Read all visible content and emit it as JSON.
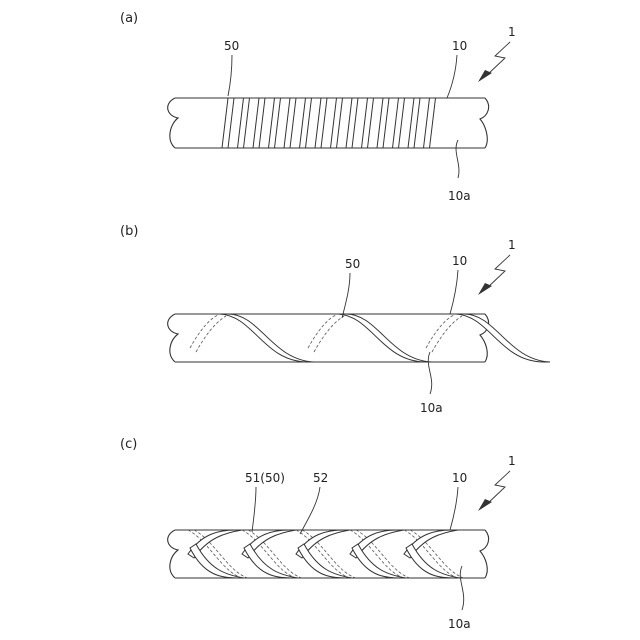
{
  "panels": [
    {
      "id": "a",
      "label": "(a)",
      "callouts": {
        "tape": "50",
        "tube": "10",
        "device": "1",
        "surface": "10a"
      }
    },
    {
      "id": "b",
      "label": "(b)",
      "callouts": {
        "tape": "50",
        "tube": "10",
        "device": "1",
        "surface": "10a"
      }
    },
    {
      "id": "c",
      "label": "(c)",
      "callouts": {
        "tape": "51(50)",
        "second_tape": "52",
        "tube": "10",
        "device": "1",
        "surface": "10a"
      }
    }
  ]
}
